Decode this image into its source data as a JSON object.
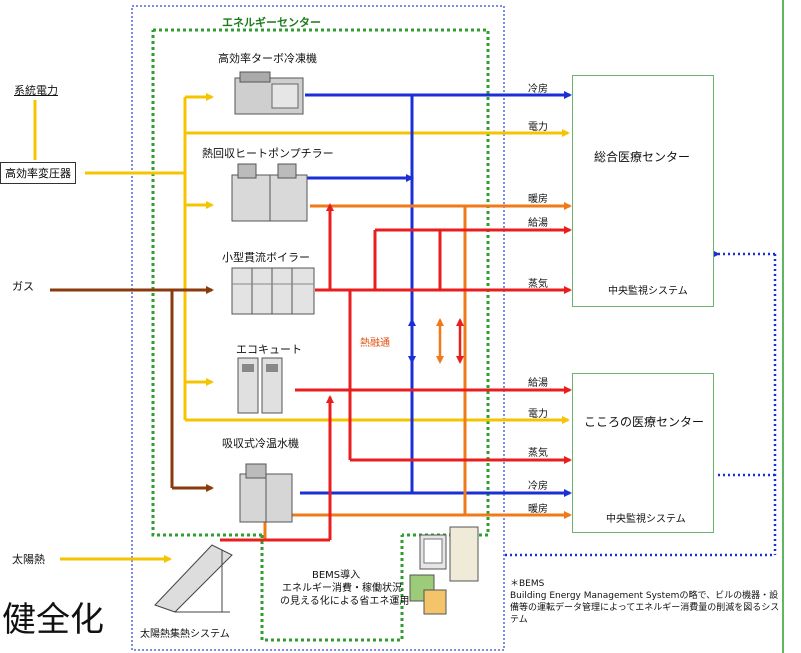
{
  "energy_center": {
    "title": "エネルギーセンター",
    "equipment": [
      {
        "label": "高効率ターボ冷凍機",
        "icon": "turbo-chiller-icon"
      },
      {
        "label": "熱回収ヒートポンプチラー",
        "icon": "heat-pump-chiller-icon"
      },
      {
        "label": "小型貫流ボイラー",
        "icon": "boiler-icon"
      },
      {
        "label": "エコキュート",
        "icon": "ecocute-icon"
      },
      {
        "label": "吸収式冷温水機",
        "icon": "absorption-chiller-icon"
      }
    ],
    "heat_storage_label": "熱融通"
  },
  "inputs": {
    "grid_power": "系統電力",
    "transformer": "高効率変圧器",
    "gas": "ガス",
    "solar": "太陽熱"
  },
  "flows_upper": [
    "冷房",
    "電力",
    "暖房",
    "給湯",
    "蒸気"
  ],
  "flows_lower": [
    "給湯",
    "電力",
    "蒸気",
    "冷房",
    "暖房"
  ],
  "centers": [
    {
      "name": "総合医療センター",
      "system": "中央監視システム"
    },
    {
      "name": "こころの医療センター",
      "system": "中央監視システム"
    }
  ],
  "bems": {
    "title": "BEMS導入",
    "line1": "エネルギー消費・稼働状況",
    "line2": "の見える化による省エネ運用"
  },
  "solar_system": "太陽熱集熱システム",
  "headline": "健全化",
  "note": {
    "title": "＊BEMS",
    "body": "Building Energy Management Systemの略で、ビルの機器・設備等の運転データ管理によってエネルギー消費量の削減を図るシステム"
  },
  "colors": {
    "cooling": "#1a2fd6",
    "power": "#f5c400",
    "heating": "#f07a1a",
    "hot_water": "#e81e1e",
    "gas": "#8b3a0e",
    "frame_green": "#2f9e2f",
    "frame_blue": "#5566dd"
  }
}
